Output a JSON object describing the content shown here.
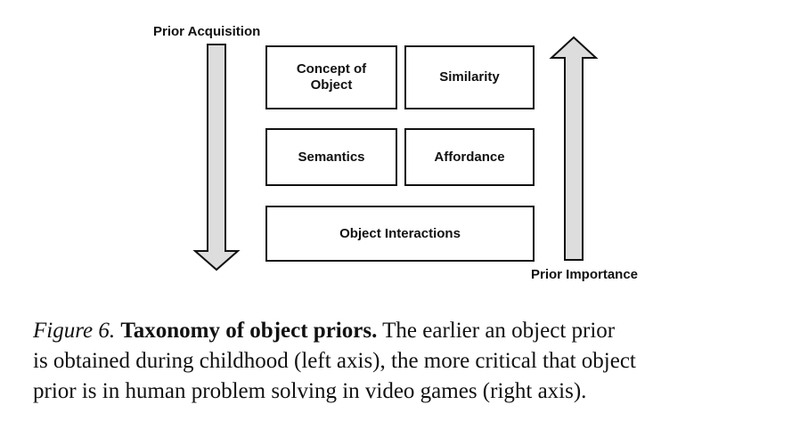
{
  "diagram": {
    "left_axis_label": "Prior Acquisition",
    "right_axis_label": "Prior Importance",
    "boxes": {
      "concept_line1": "Concept of",
      "concept_line2": "Object",
      "similarity": "Similarity",
      "semantics": "Semantics",
      "affordance": "Affordance",
      "interactions": "Object Interactions"
    },
    "arrow_fill": "#dddddd",
    "arrow_stroke": "#111111"
  },
  "caption": {
    "figure_label": "Figure 6.",
    "title": "Taxonomy of object priors.",
    "body_line1": "The earlier an object prior",
    "body_line2": "is obtained during childhood (left axis), the more critical that object",
    "body_line3": "prior is in human problem solving in video games (right axis)."
  }
}
